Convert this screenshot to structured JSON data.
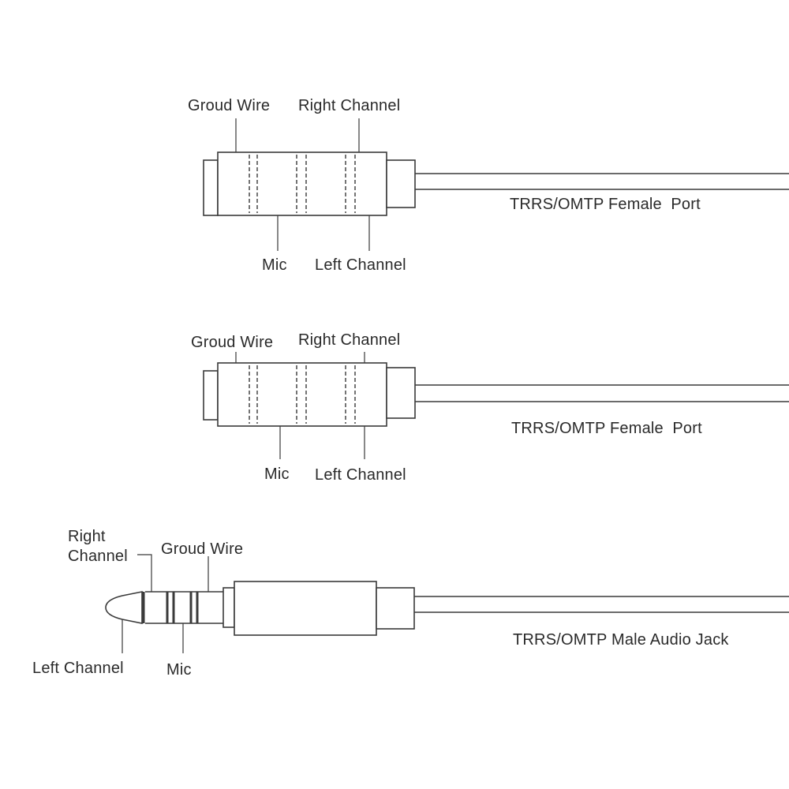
{
  "port1": {
    "ground_label": "Groud Wire",
    "right_label": "Right Channel",
    "mic_label": "Mic",
    "left_label": "Left Channel",
    "caption": "TRRS/OMTP Female  Port"
  },
  "port2": {
    "ground_label": "Groud Wire",
    "right_label": "Right Channel",
    "mic_label": "Mic",
    "left_label": "Left Channel",
    "caption": "TRRS/OMTP Female  Port"
  },
  "jack": {
    "right_label_line1": "Right",
    "right_label_line2": "Channel",
    "ground_label": "Groud Wire",
    "left_label": "Left Channel",
    "mic_label": "Mic",
    "caption": "TRRS/OMTP Male Audio Jack"
  }
}
